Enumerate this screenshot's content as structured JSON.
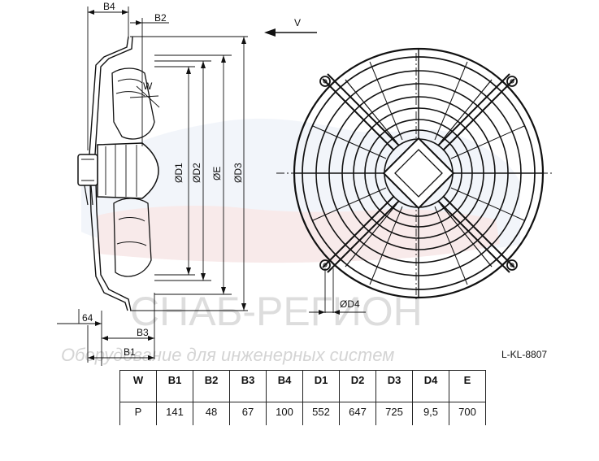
{
  "watermark": {
    "brand": "СНАБ-РЕГИОН",
    "tagline": "Оборудование для инженерных систем"
  },
  "drawing_code": "L-KL-8807",
  "view_label": "V",
  "dimension_labels": {
    "b4": "B4",
    "b2": "B2",
    "w": "W",
    "d1": "ØD1",
    "d2": "ØD2",
    "e": "ØE",
    "d3": "ØD3",
    "d4": "ØD4",
    "sixty_four": "64",
    "b3": "B3",
    "b1": "B1"
  },
  "spec_table": {
    "headers": [
      "W",
      "B1",
      "B2",
      "B3",
      "B4",
      "D1",
      "D2",
      "D3",
      "D4",
      "E"
    ],
    "row": [
      "P",
      "141",
      "48",
      "67",
      "100",
      "552",
      "647",
      "725",
      "9,5",
      "700"
    ]
  }
}
